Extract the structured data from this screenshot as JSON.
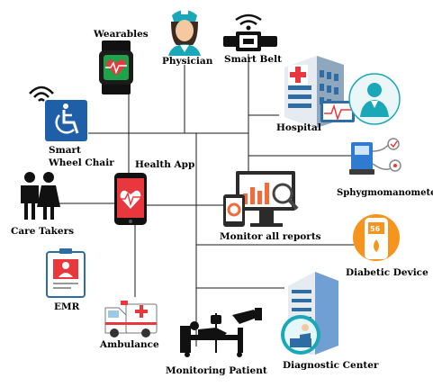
{
  "labels": {
    "wearables": "Wearables",
    "physician": "Physician",
    "smart_belt": "Smart Belt",
    "hospital": "Hospital",
    "smart_wheel_chair_line1": "Smart",
    "smart_wheel_chair_line2": "Wheel Chair",
    "health_app": "Health App",
    "sphygmomanometer": "Sphygmomanometer",
    "care_takers": "Care Takers",
    "monitor_all_reports": "Monitor all reports",
    "diabetic_device": "Diabetic Device",
    "emr": "EMR",
    "ambulance": "Ambulance",
    "monitoring_patient": "Monitoring Patient",
    "diagnostic_center": "Diagnostic Center"
  },
  "device_readouts": {
    "glucometer_display": "56"
  },
  "colors": {
    "line": "#1a1a1a",
    "phone_red": "#e8383d",
    "hospital_blue": "#2e6da4",
    "accessibility_blue": "#1f5fa8",
    "orange": "#f7941d",
    "teal": "#1aa7b8"
  }
}
